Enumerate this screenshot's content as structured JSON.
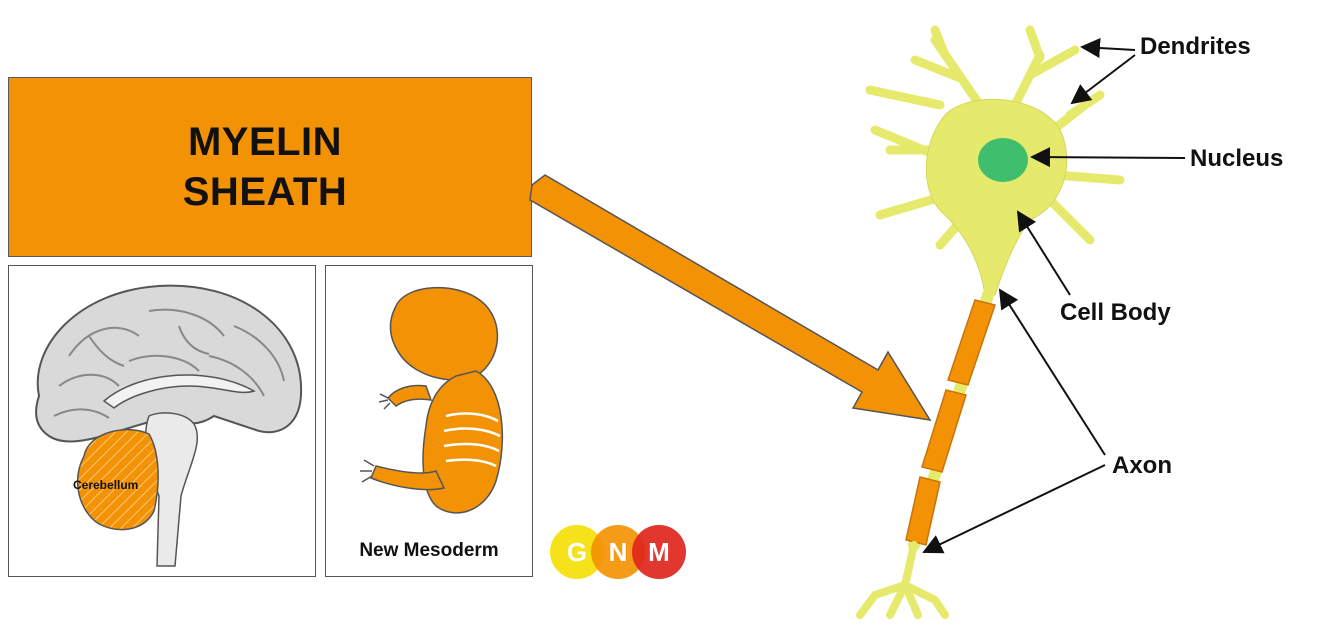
{
  "title": {
    "line1": "MYELIN",
    "line2": "SHEATH"
  },
  "brain_panel": {
    "cerebellum_label": "Cerebellum"
  },
  "embryo_panel": {
    "caption": "New Mesoderm"
  },
  "neuron_labels": {
    "dendrites": "Dendrites",
    "nucleus": "Nucleus",
    "cell_body": "Cell Body",
    "axon": "Axon"
  },
  "logo": {
    "letters": [
      "G",
      "N",
      "M"
    ],
    "colors": [
      "#f5e21a",
      "#f39204",
      "#e0261c"
    ]
  },
  "colors": {
    "myelin_orange": "#f39204",
    "neuron_yellow": "#e6ea6c",
    "nucleus_green": "#3fbf6e",
    "text": "#111111"
  }
}
